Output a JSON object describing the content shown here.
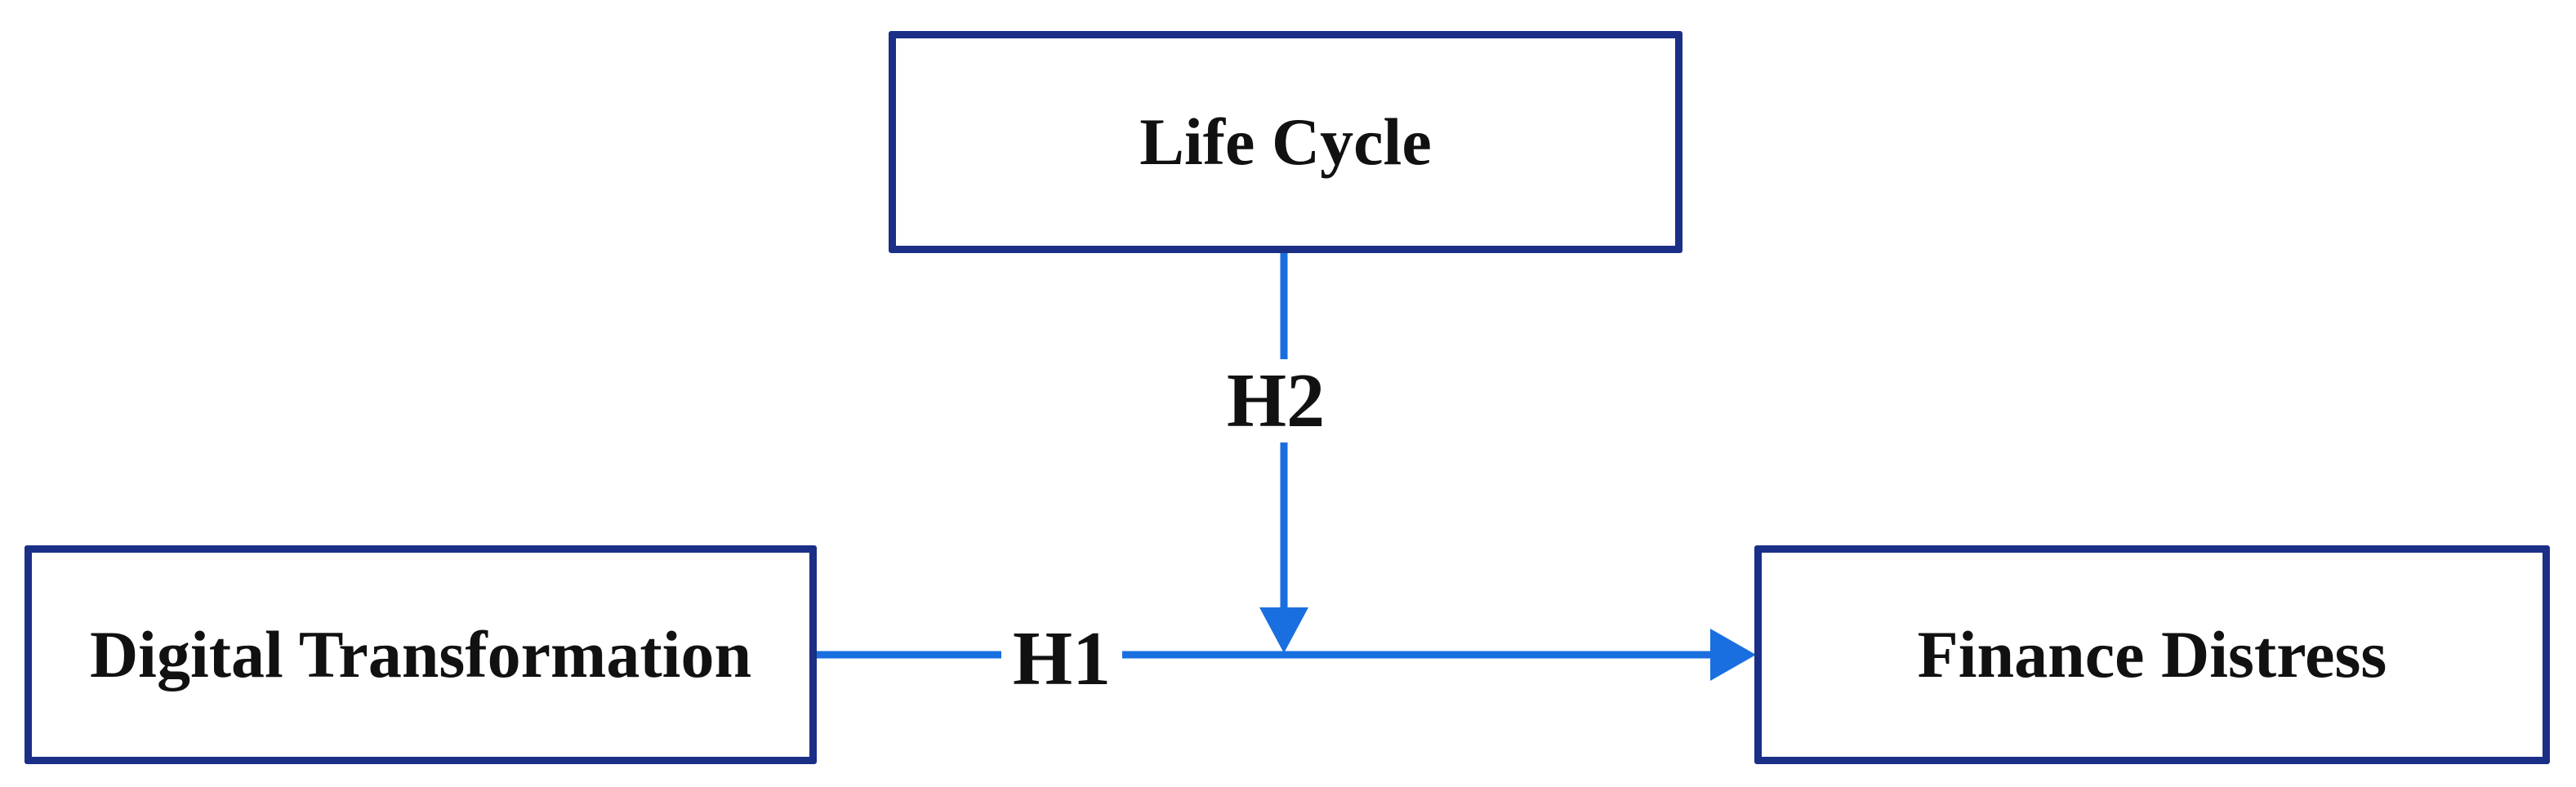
{
  "diagram": {
    "nodes": {
      "life_cycle": "Life Cycle",
      "digital_transformation": "Digital Transformation",
      "finance_distress": "Finance Distress"
    },
    "hypotheses": {
      "h1": "H1",
      "h2": "H2"
    },
    "edges": [
      {
        "from": "digital_transformation",
        "to": "finance_distress",
        "label": "H1"
      },
      {
        "from": "life_cycle",
        "to": "edge-h1",
        "label": "H2"
      }
    ],
    "colors": {
      "box_border": "#1b2f86",
      "arrow": "#1a6fe0",
      "text": "#111111"
    }
  }
}
